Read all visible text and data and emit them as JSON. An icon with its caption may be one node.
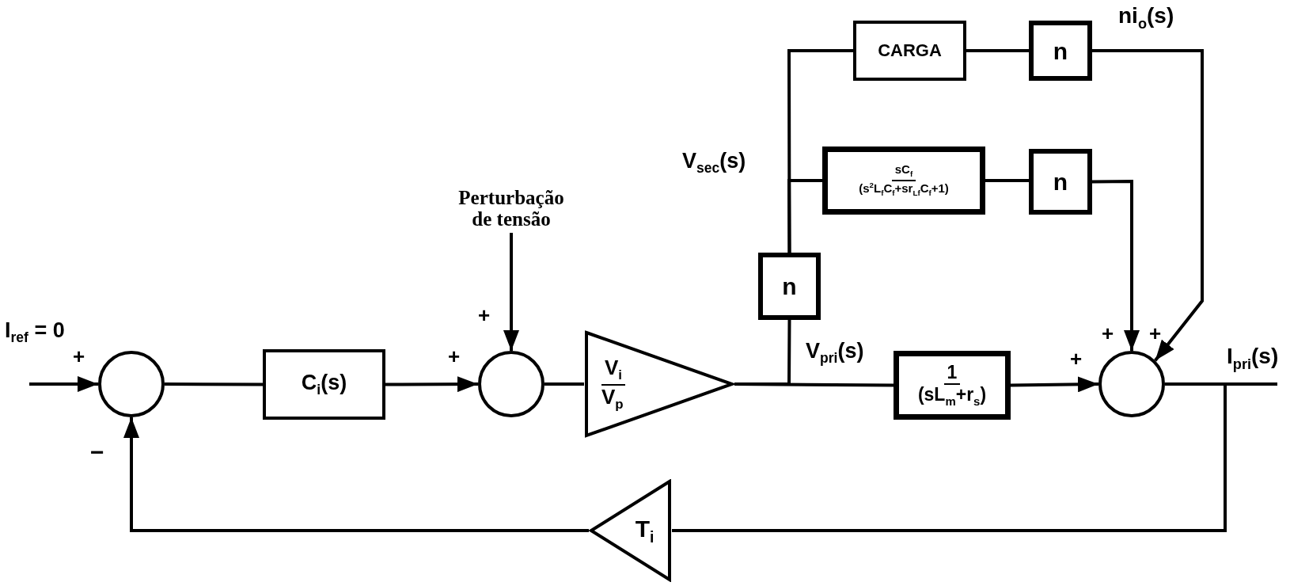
{
  "diagram": {
    "nodes": [
      {
        "text": [
          "Perturbação de tensão"
        ]
      },
      {
        "text": [],
        "shape": "circle"
      },
      {
        "text": [
          "C$_{i}$(s)"
        ]
      },
      {
        "text": [],
        "shape": "circle"
      },
      {
        "text": [
          "V$_{i}$",
          "V$_{p}$"
        ]
      },
      {
        "text": [
          "n"
        ]
      },
      {
        "text": [
          "CARGA"
        ]
      },
      {
        "text": [
          "n"
        ]
      },
      {
        "text": [
          "sC$_{f}$",
          "(s$^{2}$L$_{f}$C$_{f}$+sr$_{Lf}$C$_{f}$+1)"
        ]
      },
      {
        "text": [
          "n"
        ]
      },
      {
        "text": [
          "1",
          "(sL$_{m}$+r$_{s}$)"
        ]
      },
      {
        "text": [],
        "shape": "circle"
      },
      {
        "text": [
          "T$_{i}$"
        ]
      }
    ],
    "edges": [
      {
        "from": null,
        "to": 1,
        "arrow": "to"
      },
      {
        "from": 1,
        "to": 2,
        "arrow": "none"
      },
      {
        "from": 2,
        "to": 3,
        "arrow": "to"
      },
      {
        "from": 0,
        "to": 3,
        "arrow": "to"
      },
      {
        "from": 3,
        "to": 4,
        "arrow": "none"
      },
      {
        "from": 4,
        "to": 10,
        "arrow": "none"
      },
      {
        "from": 4,
        "to": 5,
        "arrow": "none"
      },
      {
        "from": 5,
        "to": 6,
        "arrow": "none"
      },
      {
        "from": 5,
        "to": 8,
        "arrow": "none"
      },
      {
        "from": 6,
        "to": 7,
        "arrow": "none"
      },
      {
        "from": 8,
        "to": 9,
        "arrow": "none"
      },
      {
        "from": 7,
        "to": 11,
        "arrow": "to"
      },
      {
        "from": 9,
        "to": 11,
        "arrow": "to"
      },
      {
        "from": 10,
        "to": 11,
        "arrow": "to"
      },
      {
        "from": 11,
        "to": null,
        "arrow": "none"
      },
      {
        "from": 11,
        "to": 12,
        "arrow": "none"
      },
      {
        "from": 12,
        "to": 1,
        "arrow": "to"
      }
    ],
    "labels": [
      "ni$_{o}$(s)",
      "V$_{sec}$(s)",
      "+",
      "I$_{ref}$ = 0",
      "+",
      "+",
      "+",
      "+",
      "V$_{pri}$(s)",
      "+",
      "I$_{pri}$(s)",
      "−"
    ]
  }
}
